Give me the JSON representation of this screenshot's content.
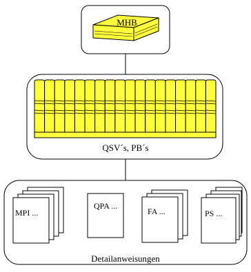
{
  "levels": {
    "top": {
      "book_label": "MHB"
    },
    "middle": {
      "caption": "QSV´s, PB´s",
      "binder_count": 18
    },
    "bottom": {
      "caption": "Detailanweisungen",
      "stacks": [
        {
          "label": "MPI ..."
        },
        {
          "label": "QPA ..."
        },
        {
          "label": "FA ..."
        },
        {
          "label": "PS ..."
        }
      ]
    }
  },
  "colors": {
    "book_yellow": "#ffff3c",
    "outline": "#000000",
    "paper": "#ffffff"
  }
}
